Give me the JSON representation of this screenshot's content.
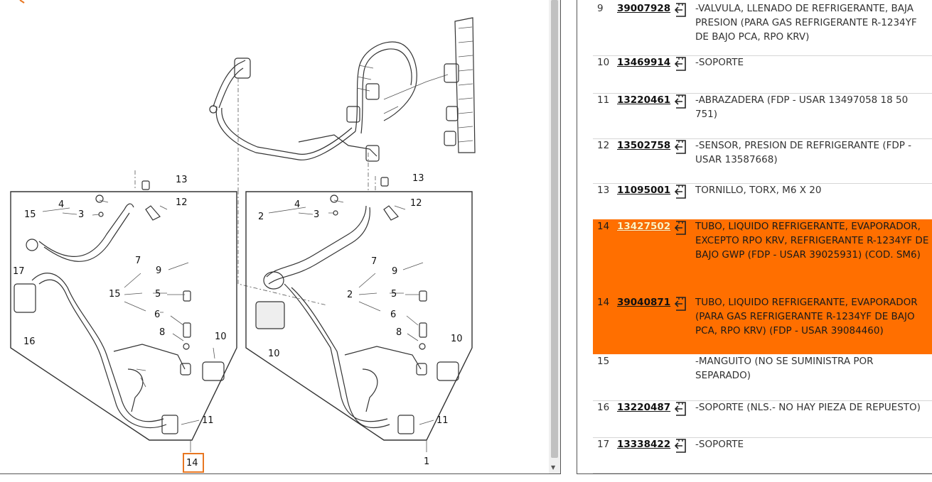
{
  "diagram": {
    "callouts": {
      "c13a": "13",
      "c12a": "12",
      "c4a": "4",
      "c15a": "15",
      "c3a": "3",
      "c17": "17",
      "c7a": "7",
      "c9a": "9",
      "c15b": "15",
      "c5a": "5",
      "c6a": "6",
      "c8a": "8",
      "c16": "16",
      "c10a": "10",
      "c11a": "11",
      "c14": "14",
      "c13b": "13",
      "c12b": "12",
      "c4b": "4",
      "c2a": "2",
      "c3b": "3",
      "c7b": "7",
      "c9b": "9",
      "c2b": "2",
      "c5b": "5",
      "c6b": "6",
      "c8b": "8",
      "c10b": "10",
      "c10c": "10",
      "c11b": "11",
      "c1": "1"
    },
    "highlight_color": "#e87722"
  },
  "parts": [
    {
      "num": "9",
      "pn": "39007928",
      "desc": "-VALVULA, LLENADO DE REFRIGERANTE, BAJA PRESION (PARA GAS REFRIGERANTE R-1234YF DE BAJO PCA, RPO KRV)",
      "highlight": false
    },
    {
      "num": "10",
      "pn": "13469914",
      "desc": "-SOPORTE",
      "highlight": false
    },
    {
      "num": "11",
      "pn": "13220461",
      "desc": "-ABRAZADERA (FDP - USAR 13497058 18 50 751)",
      "highlight": false
    },
    {
      "num": "12",
      "pn": "13502758",
      "desc": "-SENSOR, PRESION DE REFRIGERANTE (FDP - USAR 13587668)",
      "highlight": false
    },
    {
      "num": "13",
      "pn": "11095001",
      "desc": "TORNILLO, TORX, M6 X 20",
      "highlight": false
    },
    {
      "num": "14",
      "pn": "13427502",
      "desc": "TUBO, LIQUIDO REFRIGERANTE, EVAPORADOR, EXCEPTO RPO KRV, REFRIGERANTE R-1234YF DE BAJO GWP (FDP - USAR 39025931) (COD. SM6)",
      "highlight": true
    },
    {
      "num": "14",
      "pn": "39040871",
      "desc": "TUBO, LIQUIDO REFRIGERANTE, EVAPORADOR (PARA GAS REFRIGERANTE R-1234YF DE BAJO PCA, RPO KRV) (FDP - USAR 39084460)",
      "highlight": true
    },
    {
      "num": "15",
      "pn": "",
      "desc": "-MANGUITO (NO SE SUMINISTRA POR SEPARADO)",
      "highlight": false
    },
    {
      "num": "16",
      "pn": "13220487",
      "desc": "-SOPORTE (NLS.- NO HAY PIEZA DE REPUESTO)",
      "highlight": false
    },
    {
      "num": "17",
      "pn": "13338422",
      "desc": "-SOPORTE",
      "highlight": false
    }
  ],
  "colors": {
    "highlight_row": "#ff6f00",
    "text": "#333333"
  },
  "icons": {
    "cart": "add-to-cart-icon"
  }
}
